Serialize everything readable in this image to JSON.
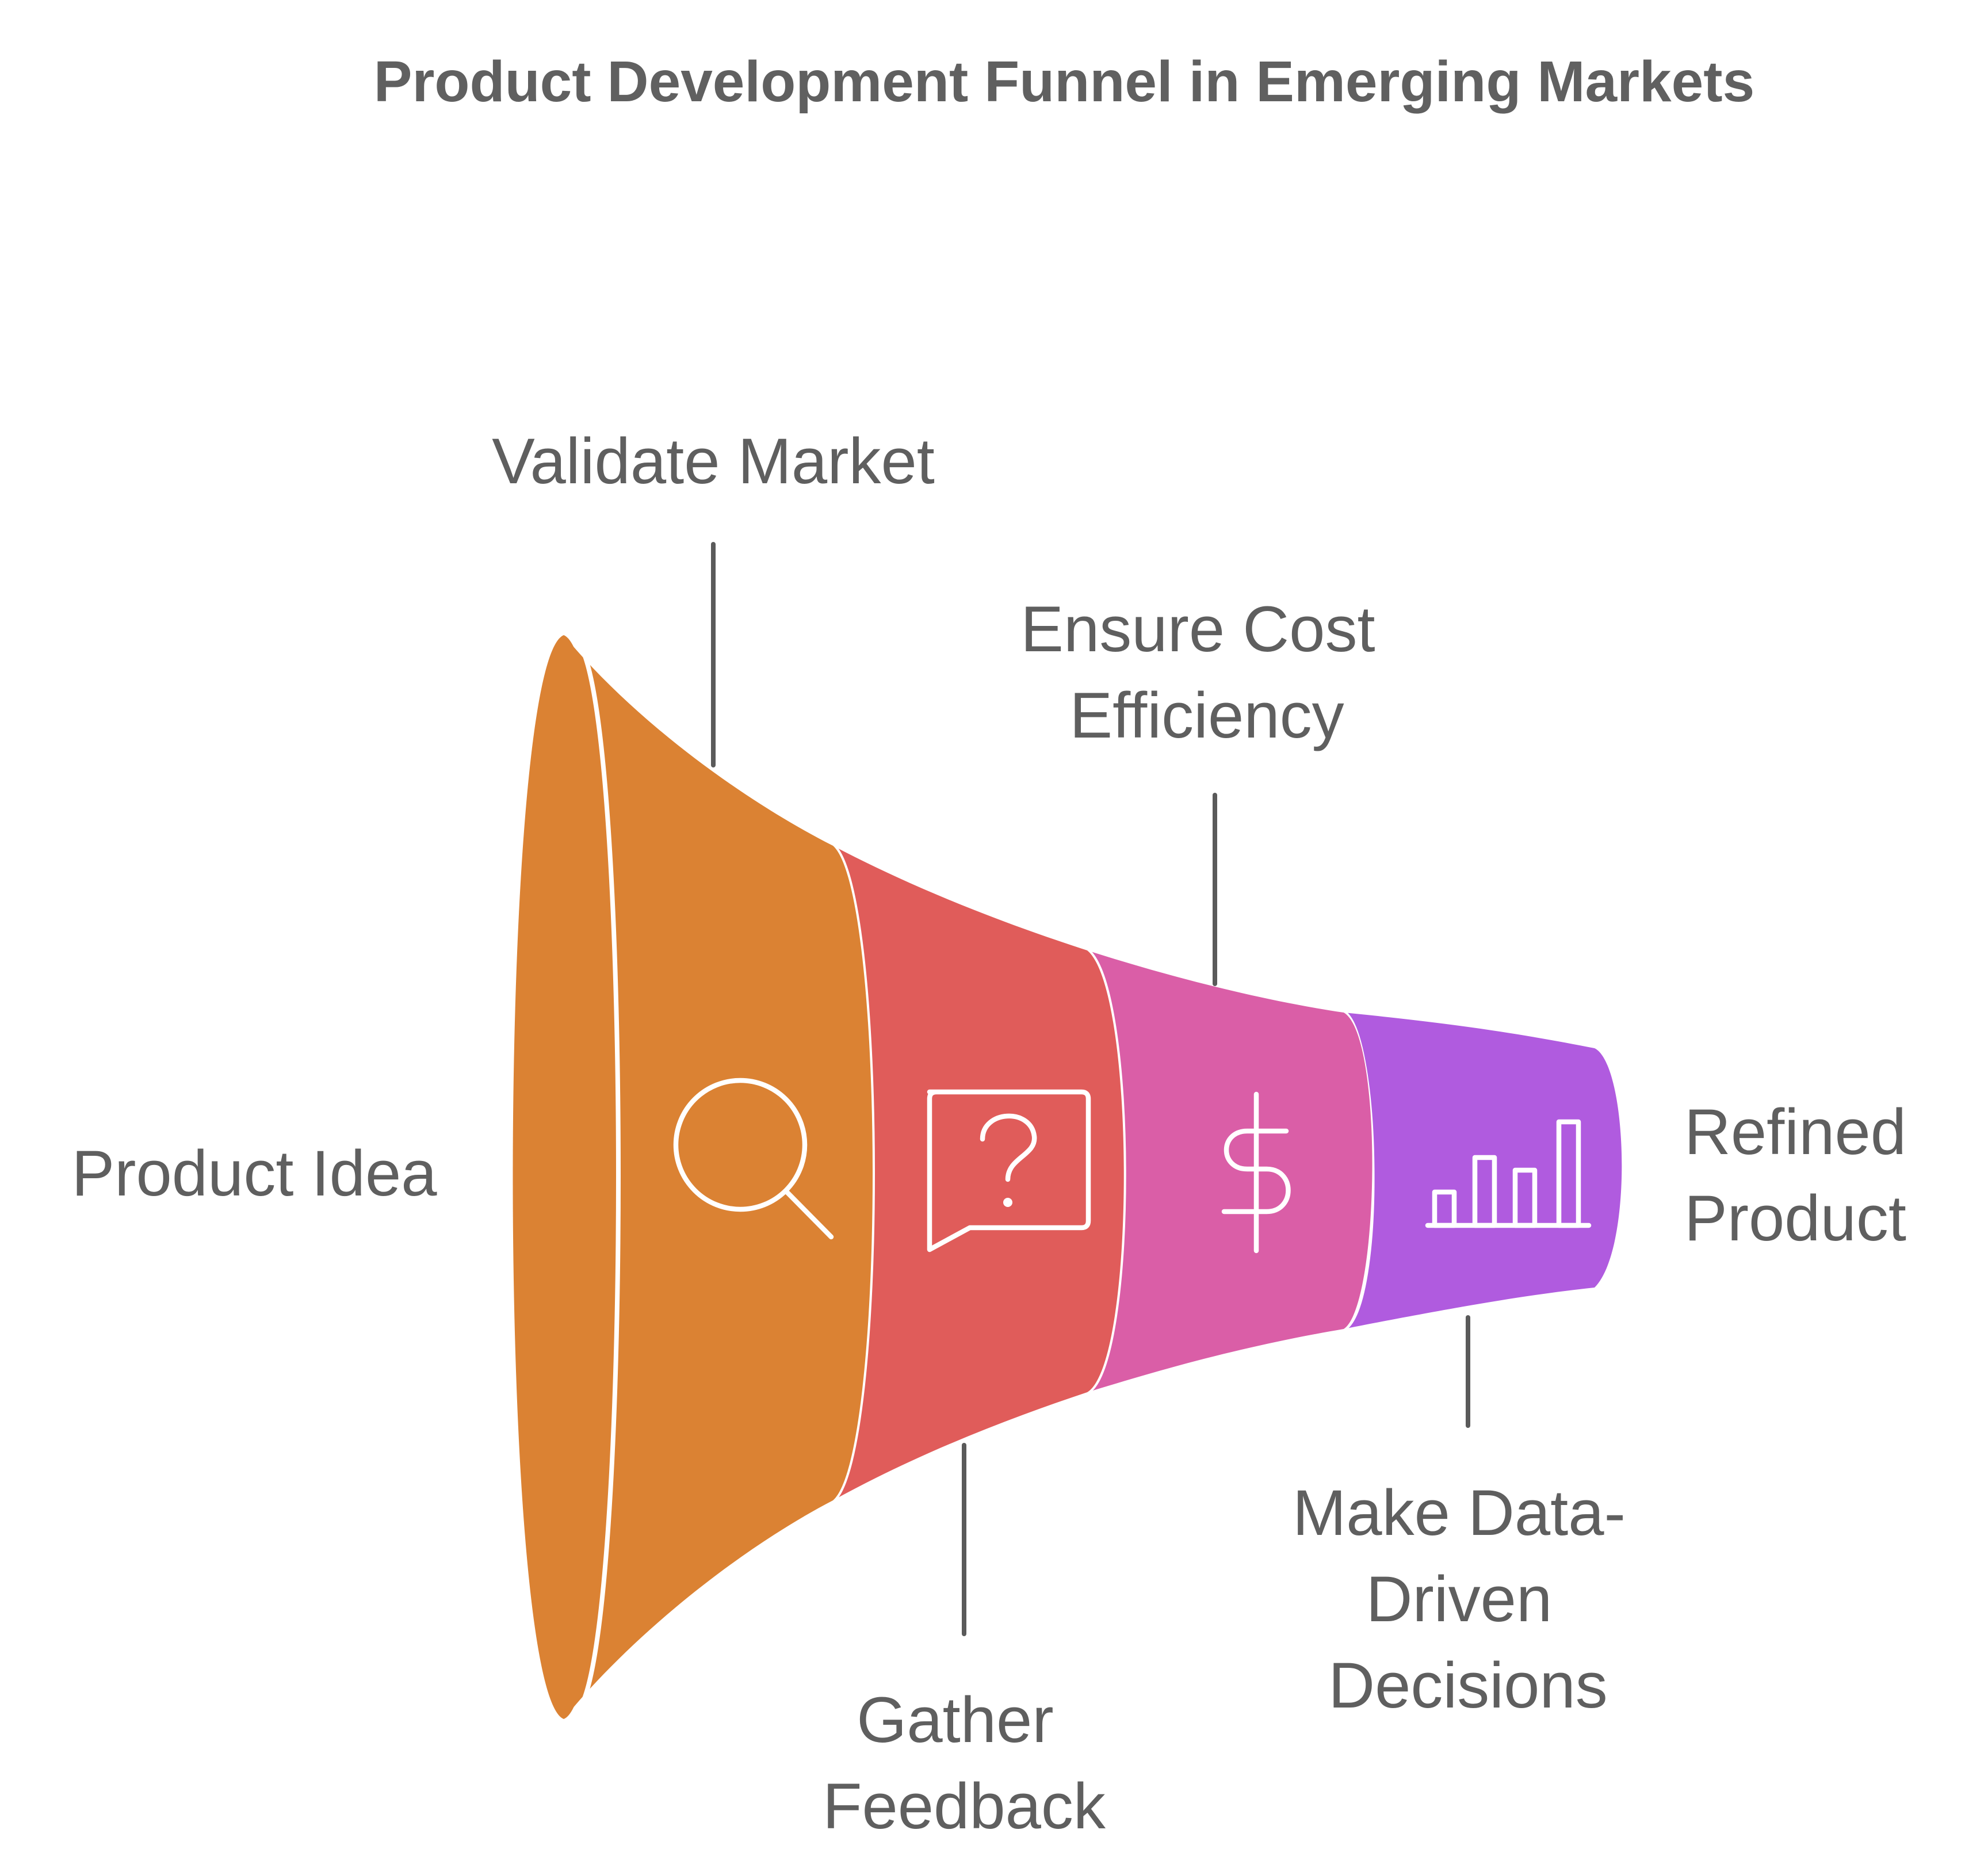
{
  "title": "Product Development Funnel in Emerging Markets",
  "stages": [
    {
      "label": "Validate Market",
      "icon": "magnifier-icon",
      "color": "#db8233"
    },
    {
      "label": "Gather Feedback",
      "icon": "question-bubble-icon",
      "color": "#e05c5a"
    },
    {
      "label": "Ensure Cost Efficiency",
      "icon": "dollar-icon",
      "color": "#da5ea7"
    },
    {
      "label": "Make Data-Driven Decisions",
      "icon": "bar-chart-icon",
      "color": "#b05bdf"
    }
  ],
  "input_label": "Product Idea",
  "output_label": "Refined Product",
  "label_lines": {
    "validate": [
      "Validate Market"
    ],
    "gather": [
      "Gather",
      "Feedback"
    ],
    "cost": [
      "Ensure Cost",
      "Efficiency"
    ],
    "data": [
      "Make Data-",
      "Driven",
      "Decisions"
    ],
    "input": [
      "Product Idea"
    ],
    "output": [
      "Refined",
      "Product"
    ]
  }
}
